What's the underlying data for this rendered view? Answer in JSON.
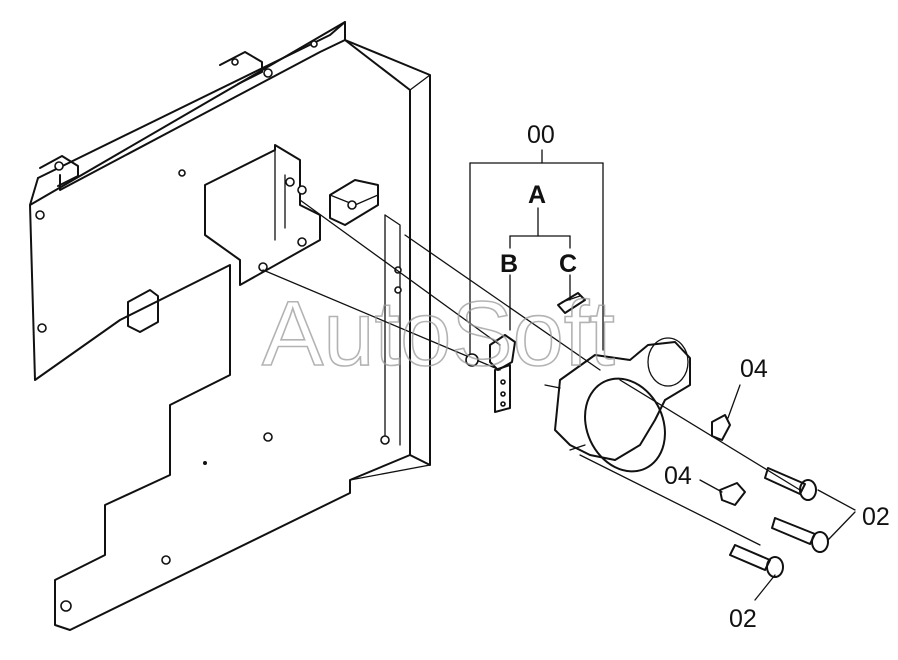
{
  "labels": {
    "assembly": "00",
    "sub_a": "A",
    "sub_b": "B",
    "sub_c": "C",
    "clip_upper": "04",
    "clip_lower": "04",
    "screw_pair": "02",
    "screw_single": "02"
  },
  "watermark": "AutoSoft"
}
